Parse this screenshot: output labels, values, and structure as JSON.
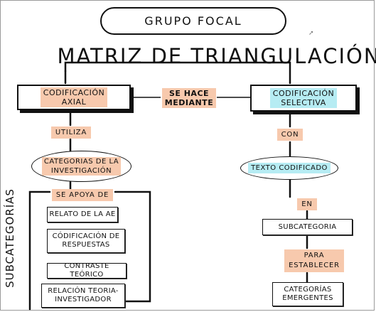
{
  "header": {
    "group_label": "GRUPO FOCAL",
    "title": "MATRIZ DE TRIANGULACIÓN"
  },
  "left_branch": {
    "main_box": [
      "CODIFICACIÓN",
      "AXIAL"
    ],
    "connector_1": "UTILIZA",
    "oval": [
      "CATEGORIAS DE LA",
      "INVESTIGACIÓN"
    ],
    "connector_2": "SE APOYA DE",
    "items": [
      [
        "RELATO DE LA AE"
      ],
      [
        "CÓDIFICACIÓN DE",
        "RESPUESTAS"
      ],
      [
        "CONTRASTE TEÓRICO"
      ],
      [
        "RELACIÓN TEORIA-",
        "INVESTIGADOR"
      ]
    ],
    "side_label": "SUBCATEGORÍAS"
  },
  "middle": {
    "link_label": [
      "SE HACE",
      "MEDIANTE"
    ]
  },
  "right_branch": {
    "main_box": [
      "CODIFICACIÓN",
      "SELECTIVA"
    ],
    "connector_1": "CON",
    "oval": "TEXTO CODIFICADO",
    "connector_2": "EN",
    "box_1": "SUBCATEGORIA",
    "connector_3": [
      "PARA",
      "ESTABLECER"
    ],
    "box_2": [
      "CATEGORÍAS",
      "EMERGENTES"
    ]
  },
  "colors": {
    "highlight_orange": "#f7c9ad",
    "highlight_cyan": "#b6ecf3",
    "ink": "#111111"
  },
  "icons": {
    "cursor": "mouse-pointer-icon"
  }
}
